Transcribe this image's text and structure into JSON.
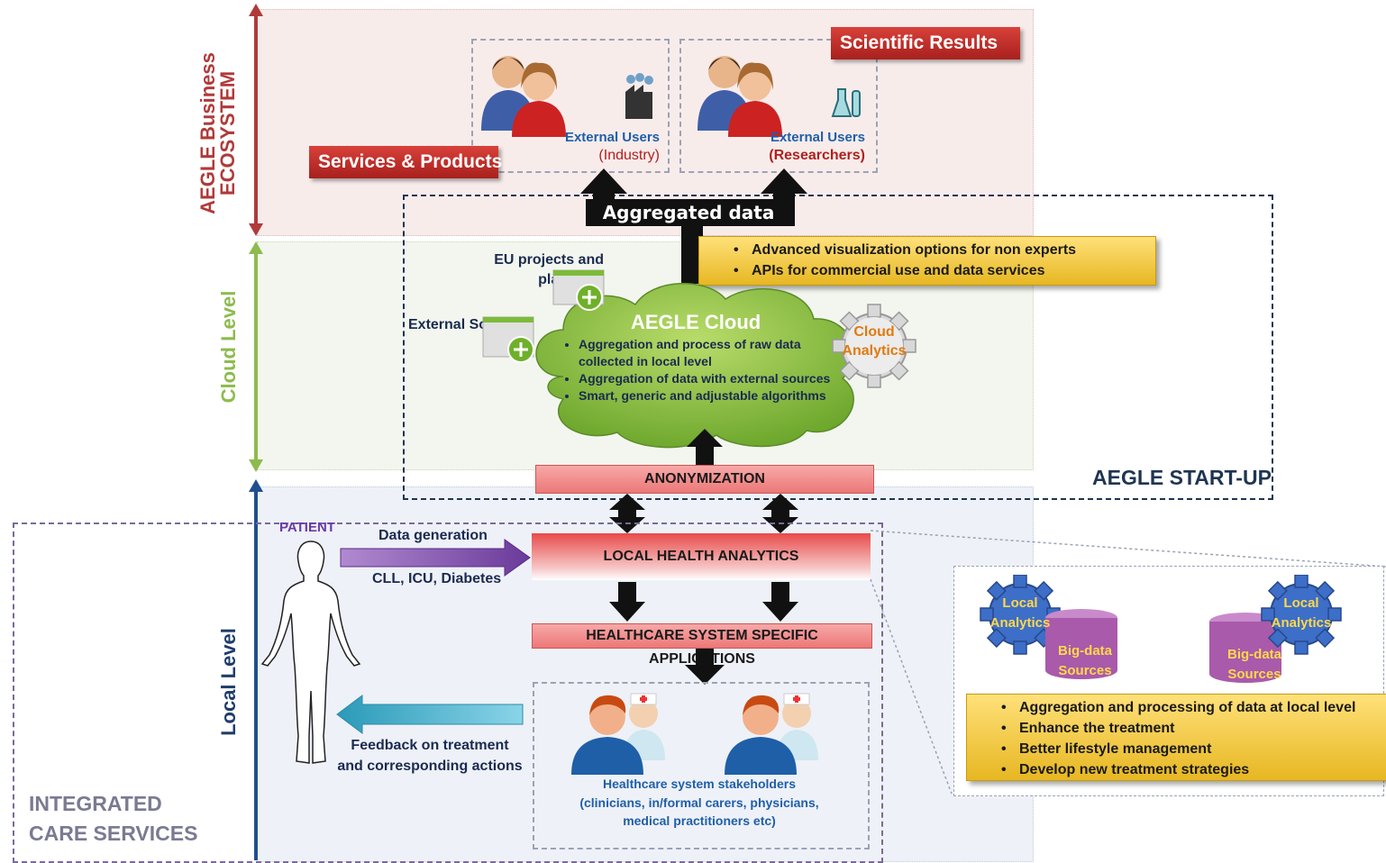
{
  "levels": {
    "ecosystem": "AEGLE Business\nECOSYSTEM",
    "cloud": "Cloud Level",
    "local": "Local Level"
  },
  "ecosystem": {
    "scientific_results": "Scientific Results",
    "services_products": "Services & Products",
    "industry_users_line1": "External Users",
    "industry_users_line2": "(Industry)",
    "researcher_users_line1": "External Users",
    "researcher_users_line2": "(Researchers)",
    "aggregated_data": "Aggregated data"
  },
  "cloud": {
    "features": [
      "Advanced visualization options  for non experts",
      "APIs for commercial use and data services"
    ],
    "eu_projects": "EU projects and\nplatforms",
    "external_sources": "External Sources",
    "cloud_title": "AEGLE Cloud",
    "cloud_bullets": [
      "Aggregation and process of raw data collected in local level",
      "Aggregation of data with external sources",
      "Smart, generic and adjustable algorithms"
    ],
    "cloud_analytics": "Cloud\nAnalytics",
    "startup": "AEGLE START-UP",
    "anonymization": "ANONYMIZATION"
  },
  "local": {
    "patient": "PATIENT",
    "data_generation": "Data generation",
    "conditions": "CLL, ICU, Diabetes",
    "local_health_analytics": "LOCAL HEALTH ANALYTICS",
    "healthcare_apps": "HEALTHCARE SYSTEM SPECIFIC APPLICATIONS",
    "feedback": "Feedback on treatment\nand corresponding actions",
    "stakeholders_title": "Healthcare system stakeholders",
    "stakeholders_detail": "(clinicians, in/formal carers, physicians,\nmedical practitioners etc)",
    "integrated_care": "INTEGRATED\nCARE SERVICES",
    "local_analytics_1": "Local\nAnalytics",
    "local_analytics_2": "Local\nAnalytics",
    "big_data_1": "Big-data\nSources",
    "big_data_2": "Big-data\nSources",
    "local_bullets": [
      "Aggregation and processing of data at local level",
      "Enhance the treatment",
      "Better lifestyle management",
      "Develop new treatment  strategies"
    ]
  },
  "colors": {
    "ecosystem_axis": "#b03a3a",
    "cloud_axis": "#8dbb4e",
    "local_axis": "#1f4f8f",
    "red_label": "#c62828",
    "yellow_box": "#f2c94c",
    "pink_bar": "#f08c8c",
    "startup_border": "#1f3552"
  }
}
